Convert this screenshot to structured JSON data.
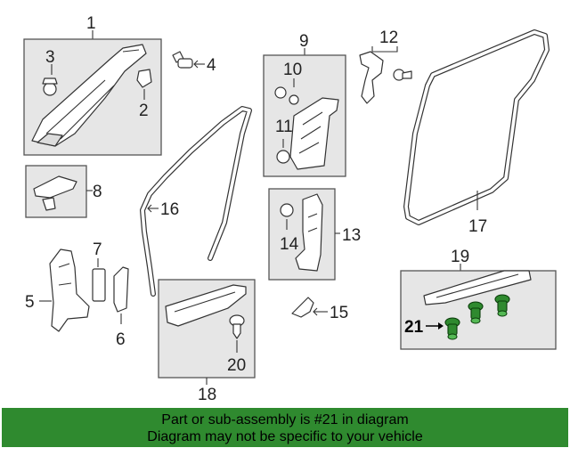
{
  "callouts": {
    "n1": "1",
    "n2": "2",
    "n3": "3",
    "n4": "4",
    "n5": "5",
    "n6": "6",
    "n7": "7",
    "n8": "8",
    "n9": "9",
    "n10": "10",
    "n11": "11",
    "n12": "12",
    "n13": "13",
    "n14": "14",
    "n15": "15",
    "n16": "16",
    "n17": "17",
    "n18": "18",
    "n19": "19",
    "n20": "20",
    "n21": "21"
  },
  "highlight": {
    "part": "21",
    "color": "#2f8a2f"
  },
  "banner": {
    "line1": "Part or sub-assembly is #21 in diagram",
    "line2": "Diagram may not be specific to your vehicle",
    "color": "#2f8a2f"
  }
}
